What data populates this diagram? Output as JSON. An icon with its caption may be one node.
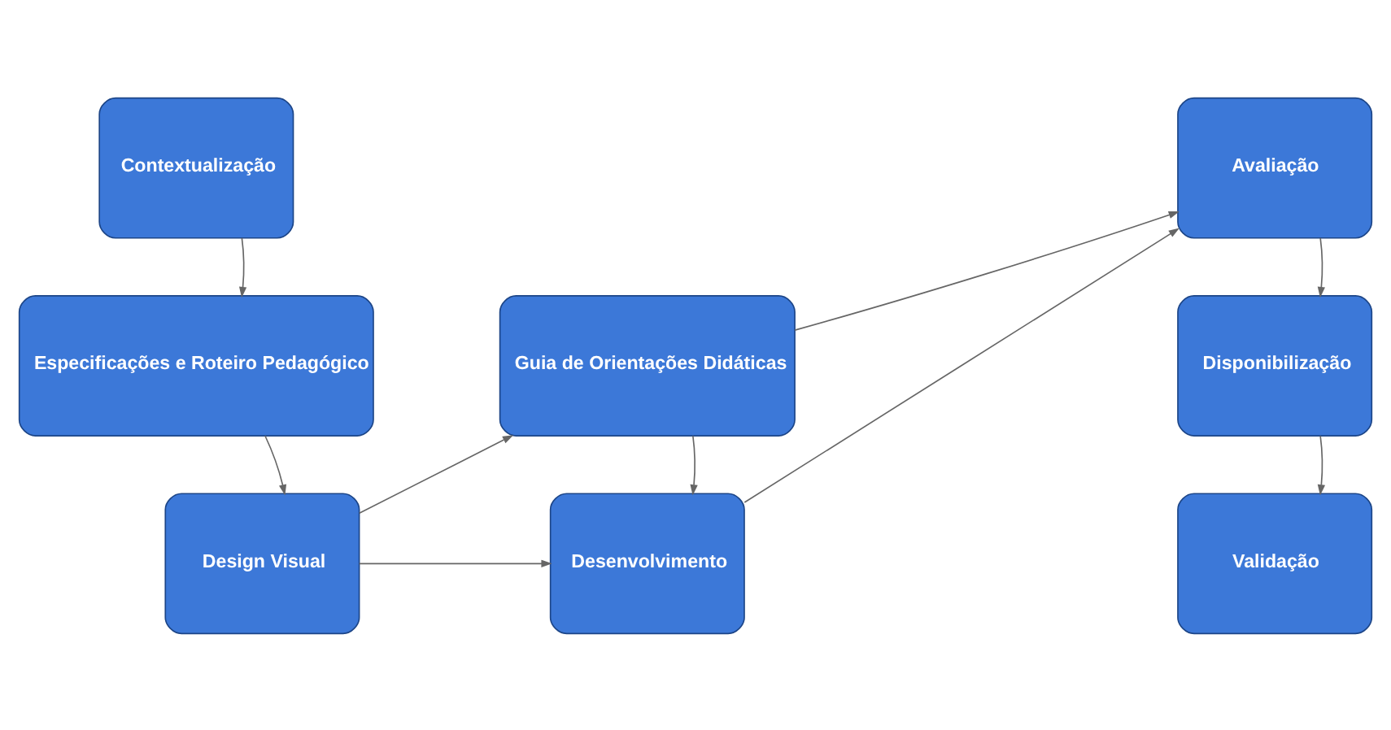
{
  "diagram": {
    "nodes": [
      {
        "text": [
          "Contextualização"
        ]
      },
      {
        "text": [
          "Especificações e Roteiro Pedagógico"
        ]
      },
      {
        "text": [
          "Design Visual"
        ]
      },
      {
        "text": [
          "Guia de Orientações Didáticas"
        ]
      },
      {
        "text": [
          "Desenvolvimento"
        ]
      },
      {
        "text": [
          "Avaliação"
        ]
      },
      {
        "text": [
          "Disponibilização"
        ]
      },
      {
        "text": [
          "Validação"
        ]
      }
    ],
    "edges": [
      {
        "from": 0,
        "to": 1,
        "arrow": "to"
      },
      {
        "from": 1,
        "to": 2,
        "arrow": "to"
      },
      {
        "from": 2,
        "to": 3,
        "arrow": "to"
      },
      {
        "from": 2,
        "to": 4,
        "arrow": "to"
      },
      {
        "from": 3,
        "to": 4,
        "arrow": "to"
      },
      {
        "from": 3,
        "to": 5,
        "arrow": "to"
      },
      {
        "from": 4,
        "to": 5,
        "arrow": "to"
      },
      {
        "from": 5,
        "to": 6,
        "arrow": "to"
      },
      {
        "from": 6,
        "to": 7,
        "arrow": "to"
      }
    ]
  }
}
